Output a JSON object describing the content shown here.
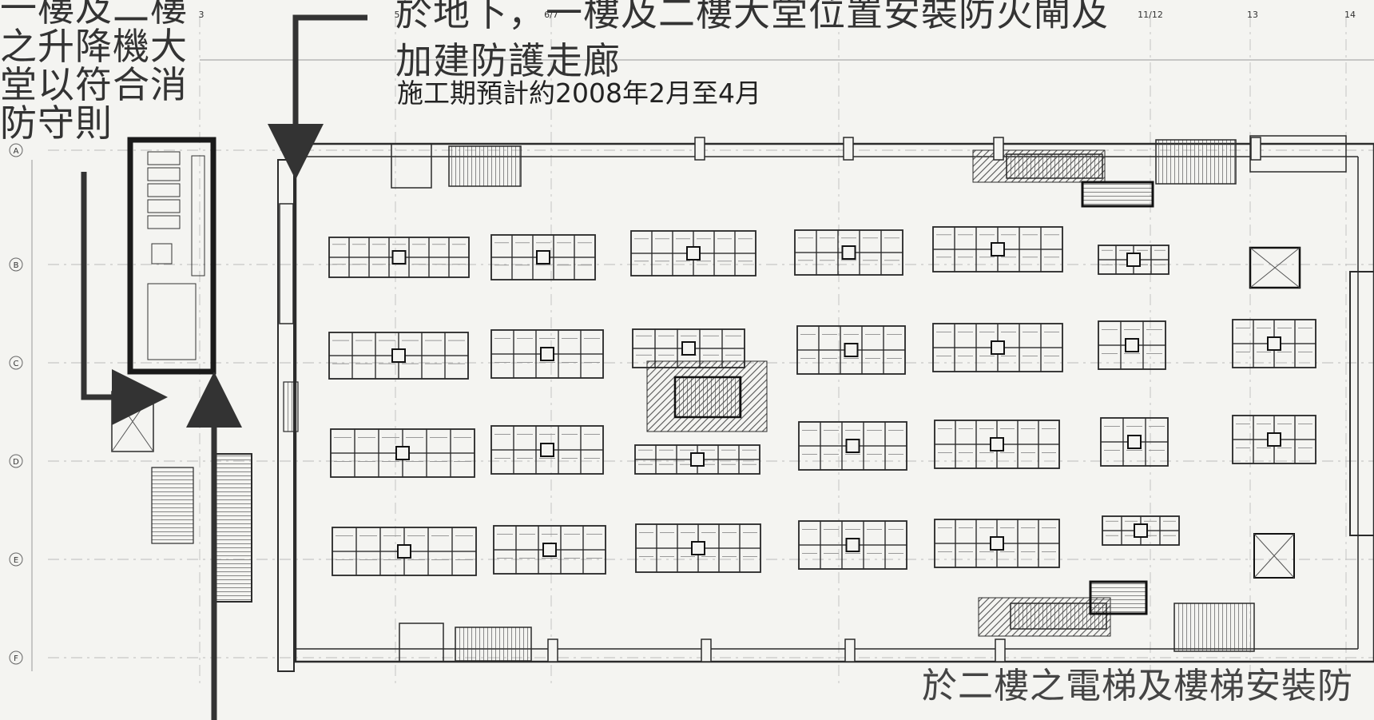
{
  "notes": {
    "left_note": "一樓及二樓\n之升降機大\n堂以符合消\n防守則",
    "top_note": "於地下，一樓及二樓大堂位置安裝防火閘及\n加建防護走廊",
    "schedule": "施工期預計約2008年2月至4月",
    "bottom_note": "於二樓之電梯及樓梯安裝防"
  },
  "plan": {
    "row_labels": [
      "A",
      "B",
      "C",
      "D",
      "E",
      "F"
    ],
    "column_labels": [
      "3",
      "5",
      "6/7",
      "11/12",
      "13",
      "14"
    ]
  },
  "colors": {
    "background": "#f4f4f1",
    "ink": "#2b2b2b",
    "arrow": "#333333",
    "hatch": "#555555"
  }
}
